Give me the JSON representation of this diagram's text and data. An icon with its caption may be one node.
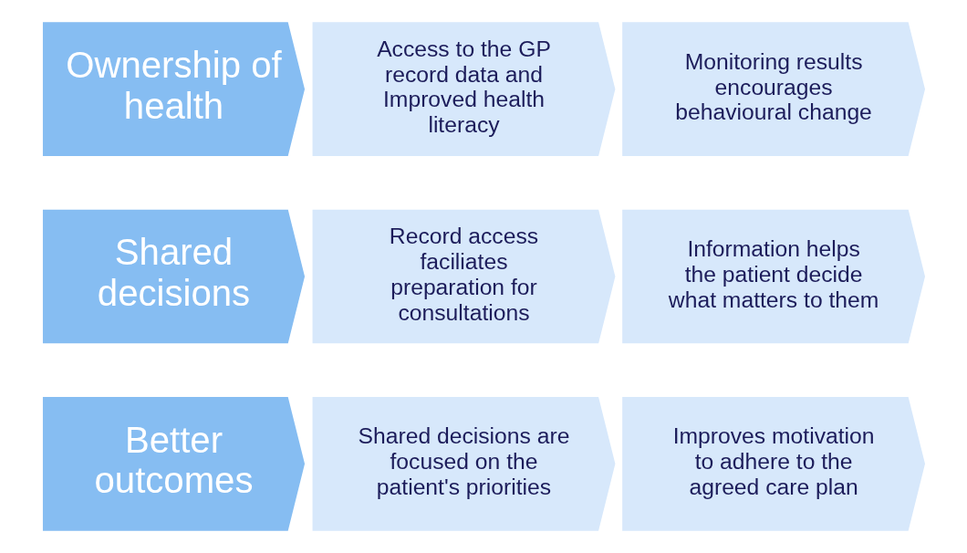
{
  "diagram": {
    "nodes": [
      {
        "text": [
          "Ownership of health"
        ]
      },
      {
        "text": [
          "Access to the GP record data and Improved health literacy"
        ]
      },
      {
        "text": [
          "Monitoring results encourages behavioural change"
        ]
      },
      {
        "text": [
          "Shared decisions"
        ]
      },
      {
        "text": [
          "Record access faciliates preparation for consultations"
        ]
      },
      {
        "text": [
          "Information helps the patient decide what matters to them"
        ]
      },
      {
        "text": [
          "Better outcomes"
        ]
      },
      {
        "text": [
          "Shared decisions are focused on the patient's priorities"
        ]
      },
      {
        "text": [
          "Improves motivation to adhere to the agreed care plan"
        ]
      }
    ],
    "edges": []
  }
}
